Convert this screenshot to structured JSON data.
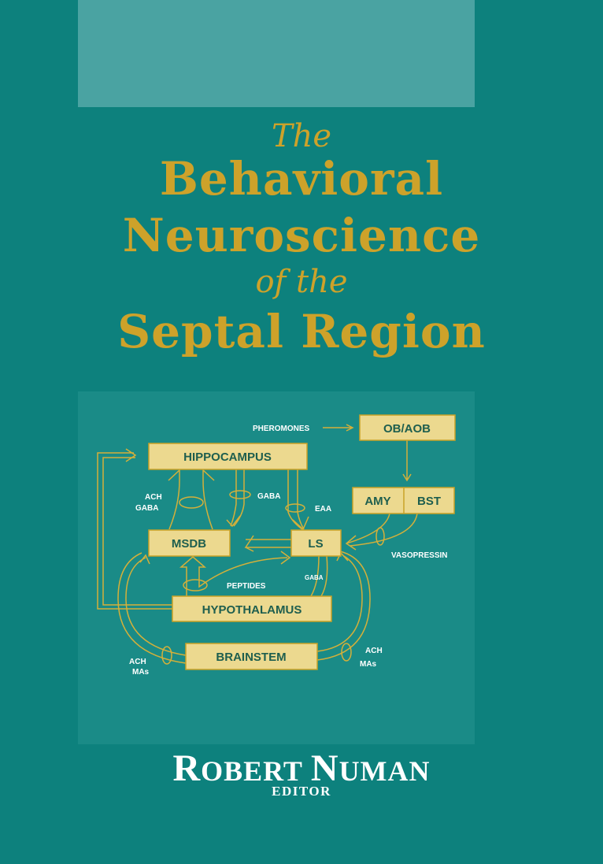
{
  "cover": {
    "title_line1": "The",
    "title_line2": "Behavioral",
    "title_line3": "Neuroscience",
    "title_line4": "of the",
    "title_line5": "Septal Region",
    "author_first_cap": "R",
    "author_first_rest": "OBERT",
    "author_last_cap": "N",
    "author_last_rest": "UMAN",
    "role": "EDITOR"
  },
  "diagram": {
    "boxes": {
      "ob_aob": "OB/AOB",
      "hippocampus": "HIPPOCAMPUS",
      "amy": "AMY",
      "bst": "BST",
      "msdb": "MSDB",
      "ls": "LS",
      "hypothalamus": "HYPOTHALAMUS",
      "brainstem": "BRAINSTEM"
    },
    "labels": {
      "pheromones": "PHEROMONES",
      "ach_left": "ACH",
      "gaba_left": "GABA",
      "gaba_mid": "GABA",
      "eaa": "EAA",
      "vasopressin": "VASOPRESSIN",
      "gaba_ls": "GABA",
      "peptides": "PEPTIDES",
      "ach_bl": "ACH",
      "mas_bl": "MAs",
      "ach_br": "ACH",
      "mas_br": "MAs"
    }
  },
  "colors": {
    "background": "#0d817d",
    "title": "#cda22a",
    "box": "#ecd98f"
  }
}
